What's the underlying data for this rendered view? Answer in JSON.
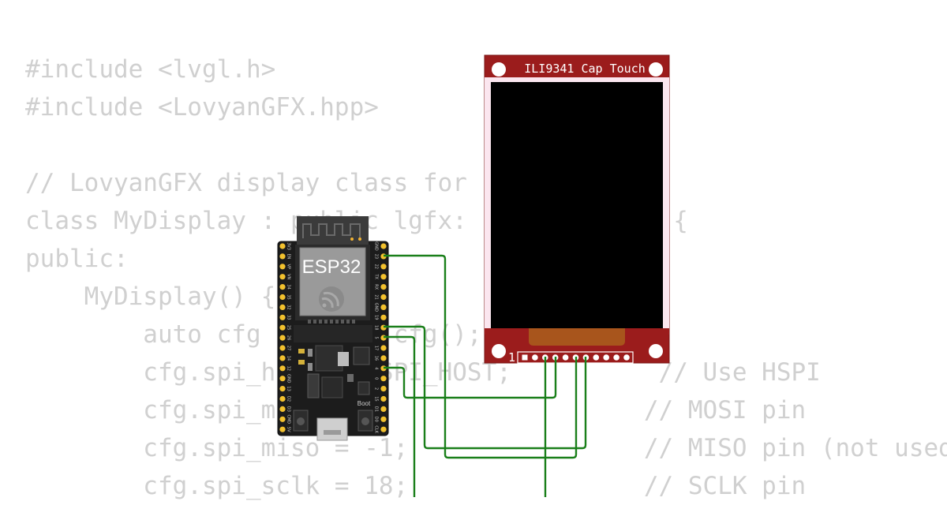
{
  "code": {
    "lines": [
      "#include <lvgl.h>",
      "#include <LovyanGFX.hpp>",
      "",
      "// LovyanGFX display class for",
      "class MyDisplay : public lgfx:              {",
      "public:",
      "    MyDisplay() {",
      "        auto cfg         cfg();",
      "        cfg.spi_h       SPI_HOST;          // Use HSPI",
      "        cfg.spi_m      3;                 // MOSI pin",
      "        cfg.spi_miso = -1;                // MISO pin (not used",
      "        cfg.spi_sclk = 18;                // SCLK pin"
    ]
  },
  "esp32": {
    "label": "ESP32",
    "boot_label": "Boot",
    "left_pins": [
      "3V3",
      "EN",
      "VP",
      "VN",
      "34",
      "35",
      "32",
      "33",
      "25",
      "26",
      "27",
      "14",
      "12",
      "GND",
      "13",
      "D2",
      "D3",
      "CMD",
      "5V"
    ],
    "right_pins": [
      "GND",
      "23",
      "22",
      "TX",
      "RX",
      "21",
      "GND",
      "19",
      "18",
      "5",
      "17",
      "16",
      "4",
      "0",
      "2",
      "15",
      "D1",
      "D0",
      "CLK"
    ]
  },
  "display": {
    "title": "ILI9341 Cap Touch",
    "pin_one_marker": "1",
    "colors": {
      "board": "#9b1c1c",
      "screen": "#000000",
      "ribbon": "#a8551c",
      "frame": "#fbe6ef"
    }
  },
  "wire_color": "#1a7f1a"
}
